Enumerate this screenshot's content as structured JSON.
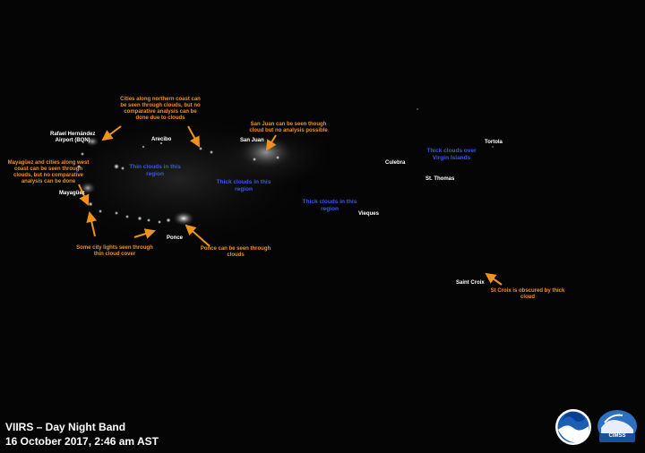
{
  "caption": {
    "line1": "VIIRS – Day Night Band",
    "line2": "16 October 2017, 2:46 am AST"
  },
  "places": {
    "bqn": "Rafael Hernández\nAirport (BQN)",
    "arecibo": "Arecibo",
    "san_juan": "San Juan",
    "mayaguez": "Mayagüez",
    "ponce": "Ponce",
    "culebra": "Culebra",
    "st_thomas": "St. Thomas",
    "tortola": "Tortola",
    "vieques": "Vieques",
    "saint_croix": "Saint Croix"
  },
  "annotations": {
    "northern_coast": "Cities along northern coast can\nbe seen through clouds, but no\ncomparative analysis can be\ndone due to clouds",
    "san_juan": "San Juan can be seen though\ncloud but no analysis possible",
    "mayaguez": "Mayagüez and cities along west\ncoast can be seen through\nclouds, but no comparative\nanalysis can be done",
    "south_lights": "Some city lights seen through\nthin cloud cover",
    "ponce": "Ponce can be seen through\nclouds",
    "st_croix": "St Croix is obscured by thick\ncloud"
  },
  "clouds": {
    "thin": "Thin clouds in this\nregion",
    "thick_pr": "Thick clouds in this\nregion",
    "thick_vieques": "Thick clouds in this\nregion",
    "thick_vi": "Thick clouds over\nVirgin Islands"
  },
  "logos": {
    "noaa": "NOAA",
    "cimss": "CIMSS"
  },
  "colors": {
    "annotation": "#f0921e",
    "cloud_label": "#3b58e6",
    "background": "#050505"
  }
}
